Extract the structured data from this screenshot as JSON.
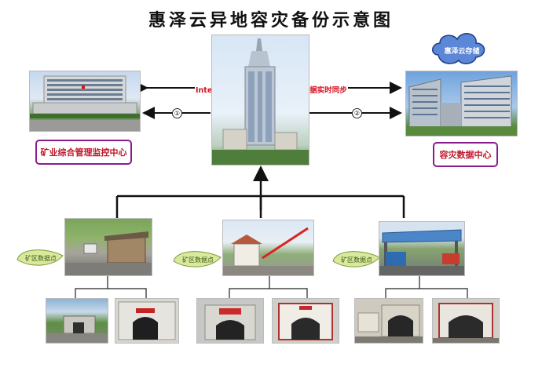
{
  "title": "惠泽云异地容灾备份示意图",
  "top_link_label": "Internet VPN专网通道，双向数据实时同步",
  "marker_1": "①",
  "marker_2": "②",
  "cloud_label": "惠泽云存储",
  "left_center_label": "矿业综合管理监控中心",
  "right_center_label": "容灾数据中心",
  "site_badges": [
    "矿区数据点",
    "矿区数据点",
    "矿区数据点"
  ],
  "colors": {
    "box_border": "#8a1d8e",
    "box_text": "#c0162a",
    "link_text": "#d8111f",
    "cloud_fill": "#5c86d6",
    "badge_fill": "#d9e89a"
  }
}
